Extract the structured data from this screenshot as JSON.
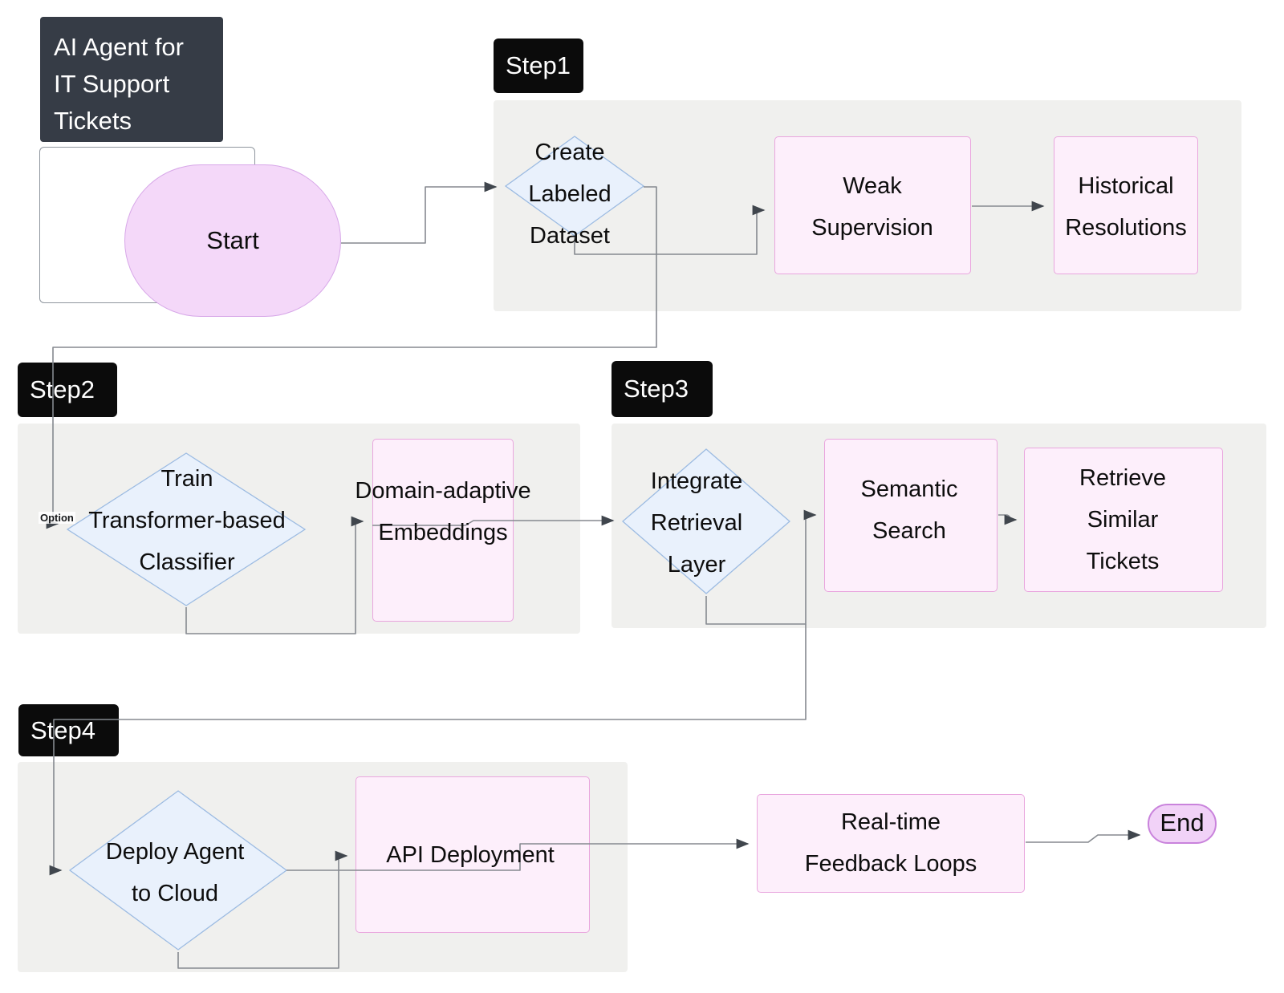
{
  "title": {
    "lines": [
      "AI Agent for",
      "IT Support",
      "Tickets"
    ]
  },
  "steps": {
    "step1": "Step1",
    "step2": "Step2",
    "step3": "Step3",
    "step4": "Step4"
  },
  "nodes": {
    "start": "Start",
    "create_labeled_dataset": {
      "lines": [
        "Create",
        "Labeled",
        "Dataset"
      ]
    },
    "weak_supervision": {
      "lines": [
        "Weak",
        "Supervision"
      ]
    },
    "historical_resolutions": {
      "lines": [
        "Historical",
        "Resolutions"
      ]
    },
    "train_classifier": {
      "lines": [
        "Train",
        "Transformer-based",
        "Classifier"
      ]
    },
    "domain_adaptive_embeddings": {
      "lines": [
        "Domain-adaptive",
        "Embeddings"
      ]
    },
    "integrate_retrieval_layer": {
      "lines": [
        "Integrate",
        "Retrieval",
        "Layer"
      ]
    },
    "semantic_search": {
      "lines": [
        "Semantic",
        "Search"
      ]
    },
    "retrieve_similar_tickets": {
      "lines": [
        "Retrieve",
        "Similar",
        "Tickets"
      ]
    },
    "deploy_agent_to_cloud": {
      "lines": [
        "Deploy Agent",
        "to Cloud"
      ]
    },
    "api_deployment": "API Deployment",
    "realtime_feedback_loops": {
      "lines": [
        "Real-time",
        "Feedback Loops"
      ]
    },
    "end": "End"
  },
  "edge_labels": {
    "option": "Option"
  },
  "colors": {
    "container": "#f0f0ee",
    "step_label_bg": "#0b0b0b",
    "title_bg": "#363c46",
    "process_fill": "#fdeffb",
    "process_border": "#e9a6de",
    "decision_fill": "#e9f1fc",
    "decision_border": "#9cbbe2",
    "terminal_fill": "#f4d8f9",
    "terminal_border": "#d7a7e8",
    "edge": "#85898f"
  }
}
